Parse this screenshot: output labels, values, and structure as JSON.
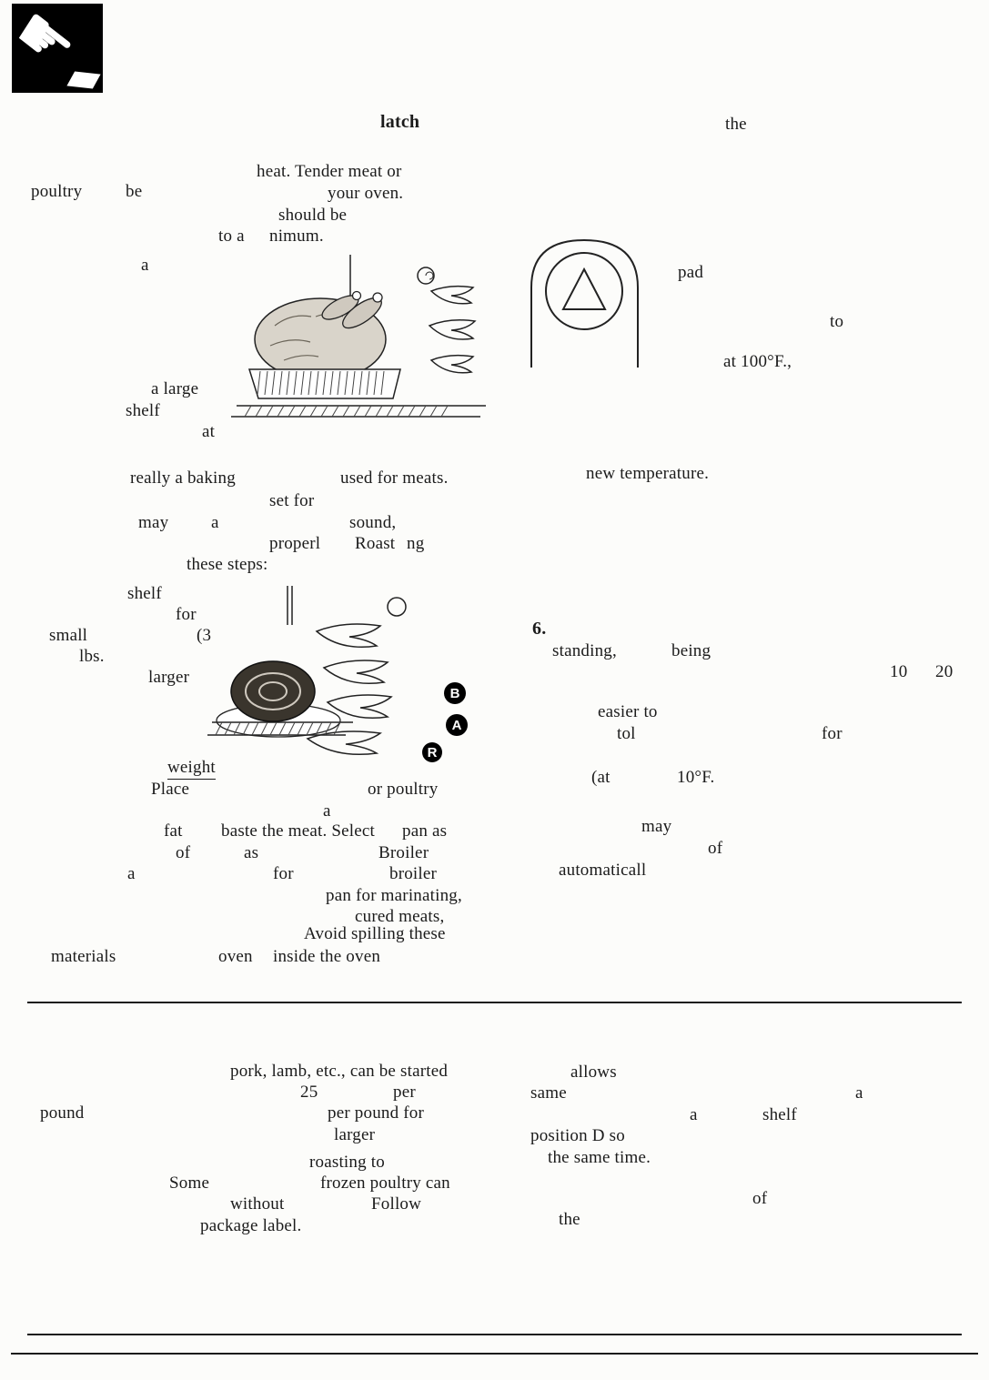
{
  "page": {
    "background": "#fcfcfa",
    "ink": "#1b1b1b"
  },
  "icons": {
    "hand": {
      "glyph": "☛"
    }
  },
  "illustrations": {
    "shelf_positions": [
      "B",
      "A",
      "R"
    ]
  },
  "fragments": [
    {
      "t": "latch"
    },
    {
      "t": "the"
    },
    {
      "t": "heat. Tender meat or"
    },
    {
      "t": "poultry"
    },
    {
      "t": "be"
    },
    {
      "t": "your oven."
    },
    {
      "t": "should be"
    },
    {
      "t": "to a"
    },
    {
      "t": "nimum."
    },
    {
      "t": "a"
    },
    {
      "t": "pad"
    },
    {
      "t": "to"
    },
    {
      "t": "at 100°F.,"
    },
    {
      "t": "a large"
    },
    {
      "t": "shelf"
    },
    {
      "t": "at"
    },
    {
      "t": "really a baking"
    },
    {
      "t": "used for meats."
    },
    {
      "t": "new temperature."
    },
    {
      "t": "set for"
    },
    {
      "t": "may"
    },
    {
      "t": "a"
    },
    {
      "t": "sound,"
    },
    {
      "t": "properl"
    },
    {
      "t": "Roast"
    },
    {
      "t": "ng"
    },
    {
      "t": "these steps:"
    },
    {
      "t": "shelf"
    },
    {
      "t": "for"
    },
    {
      "t": "6."
    },
    {
      "t": "small"
    },
    {
      "t": "(3"
    },
    {
      "t": "standing,"
    },
    {
      "t": "being"
    },
    {
      "t": "lbs."
    },
    {
      "t": "10"
    },
    {
      "t": "20"
    },
    {
      "t": "larger"
    },
    {
      "t": "easier to"
    },
    {
      "t": "tol"
    },
    {
      "t": "for"
    },
    {
      "t": "weight"
    },
    {
      "t": "(at"
    },
    {
      "t": "10°F."
    },
    {
      "t": "Place"
    },
    {
      "t": "or poultry"
    },
    {
      "t": "a"
    },
    {
      "t": "fat"
    },
    {
      "t": "baste the meat. Select"
    },
    {
      "t": "pan as"
    },
    {
      "t": "may"
    },
    {
      "t": "of"
    },
    {
      "t": "as"
    },
    {
      "t": "Broiler"
    },
    {
      "t": "of"
    },
    {
      "t": "a"
    },
    {
      "t": "for"
    },
    {
      "t": "broiler"
    },
    {
      "t": "automaticall"
    },
    {
      "t": "pan for marinating,"
    },
    {
      "t": "cured meats,"
    },
    {
      "t": "Avoid spilling these"
    },
    {
      "t": "materials"
    },
    {
      "t": "oven"
    },
    {
      "t": "inside the oven"
    },
    {
      "t": "pork, lamb, etc., can be started"
    },
    {
      "t": "allows"
    },
    {
      "t": "25"
    },
    {
      "t": "per"
    },
    {
      "t": "same"
    },
    {
      "t": "a"
    },
    {
      "t": "pound"
    },
    {
      "t": "per pound for"
    },
    {
      "t": "a"
    },
    {
      "t": "shelf"
    },
    {
      "t": "larger"
    },
    {
      "t": "position D so"
    },
    {
      "t": "roasting to"
    },
    {
      "t": "the same time."
    },
    {
      "t": "Some"
    },
    {
      "t": "frozen poultry can"
    },
    {
      "t": "without"
    },
    {
      "t": "Follow"
    },
    {
      "t": "of"
    },
    {
      "t": "package label."
    },
    {
      "t": "the"
    }
  ]
}
